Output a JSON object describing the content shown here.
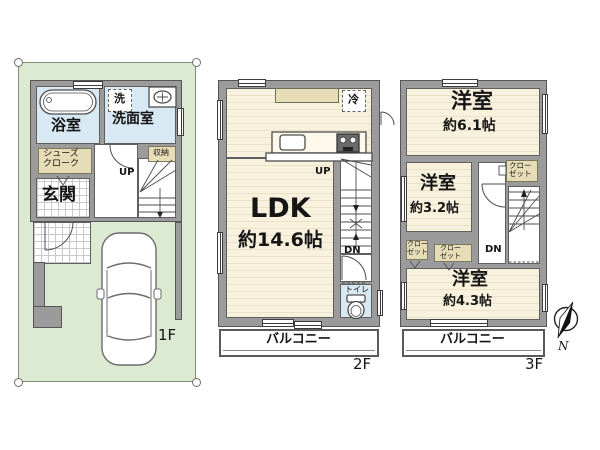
{
  "colors": {
    "site": "#dcead2",
    "wall": "#9b9b9b",
    "floor": "#f8f1de",
    "stripe": "#eae1c8",
    "wet": "#d8e9f4",
    "tan": "#e6dcb6",
    "counter": "#e6ddb7",
    "line": "#5a5a5a",
    "text": "#151515"
  },
  "floors": {
    "f1": {
      "floor_label": "1F",
      "bath": "浴室",
      "laundry": "洗",
      "washroom": "洗面室",
      "storage": "収納",
      "shoes_closet_line1": "シューズ",
      "shoes_closet_line2": "クローク",
      "entrance": "玄関",
      "up": "UP"
    },
    "f2": {
      "floor_label": "2F",
      "fridge": "冷",
      "ldk_name": "LDK",
      "ldk_size": "約14.6帖",
      "up": "UP",
      "dn": "DN",
      "toilet": "トイレ",
      "balcony": "バルコニー"
    },
    "f3": {
      "floor_label": "3F",
      "bedroom1_name": "洋室",
      "bedroom1_size": "約6.1帖",
      "bedroom2_name": "洋室",
      "bedroom2_size": "約3.2帖",
      "bedroom3_name": "洋室",
      "bedroom3_size": "約4.3帖",
      "closet_line1": "クロー",
      "closet_line2": "ゼット",
      "dn": "DN",
      "balcony": "バルコニー"
    }
  },
  "compass": {
    "north_label": "N"
  }
}
